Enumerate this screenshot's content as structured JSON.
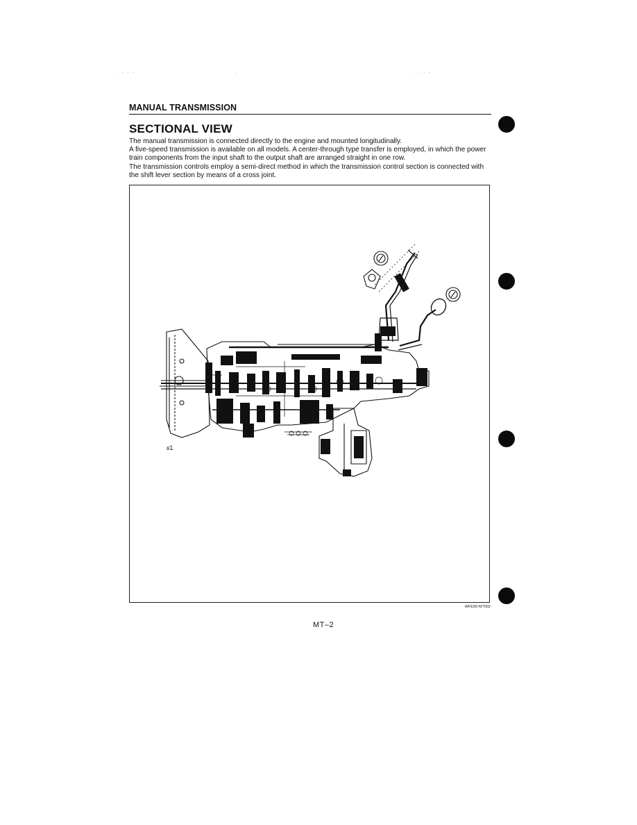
{
  "header": {
    "section_name": "MANUAL TRANSMISSION"
  },
  "main": {
    "title": "SECTIONAL VIEW",
    "paragraphs": [
      "The manual transmission is connected directly to the engine and mounted longitudinally.",
      "A five-speed transmission is available on all models. A center-through type transfer is employed, in which the power train components from the input shaft to the output shaft are arranged straight in one row.",
      "The transmission controls employ a semi-direct method in which the transmission control section is connected with the shift lever section by means of a cross joint."
    ],
    "figure": {
      "code": "WFE90-MT002"
    }
  },
  "footer": {
    "page_number": "MT–2"
  },
  "colors": {
    "ink": "#111111",
    "punch_hole": "#0b0b0b",
    "paper": "#ffffff"
  }
}
